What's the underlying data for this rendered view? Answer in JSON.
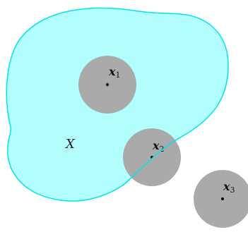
{
  "region": {
    "label": "X",
    "fill_color": "#b3ffff",
    "stroke_color": "#00e5e5"
  },
  "disk_color": "#aaaaaa",
  "dot_color": "#000000",
  "points": [
    {
      "letter": "x",
      "subscript": "1"
    },
    {
      "letter": "x",
      "subscript": "2"
    },
    {
      "letter": "x",
      "subscript": "3"
    }
  ]
}
